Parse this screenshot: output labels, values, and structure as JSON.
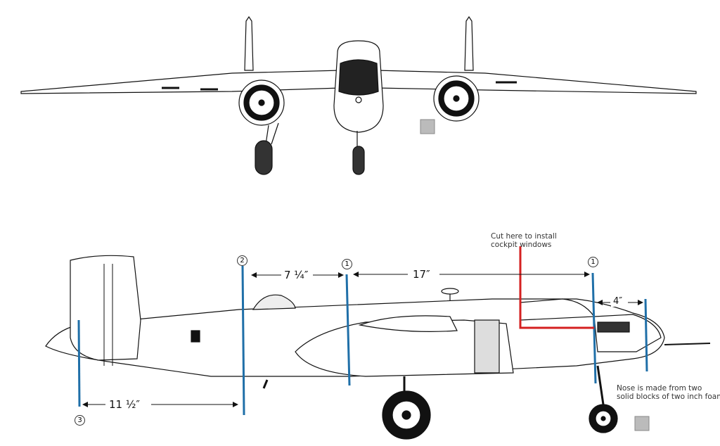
{
  "title": "B-25 foam model plans",
  "colors": {
    "station_line": "#1f6fa8",
    "cut_line": "#d42020",
    "ink": "#111111"
  },
  "annotations": {
    "cut_note_line1": "Cut here to install",
    "cut_note_line2": "cockpit windows",
    "nose_note_line1": "Nose is made from two",
    "nose_note_line2": "solid blocks of two inch foam"
  },
  "stations": [
    {
      "marker": "2"
    },
    {
      "marker": "1"
    },
    {
      "marker": "1"
    },
    {
      "marker": "3"
    }
  ],
  "dimensions": [
    {
      "label": "7 ¼″"
    },
    {
      "label": "17″"
    },
    {
      "label": "4″"
    },
    {
      "label": "11 ½″"
    }
  ]
}
